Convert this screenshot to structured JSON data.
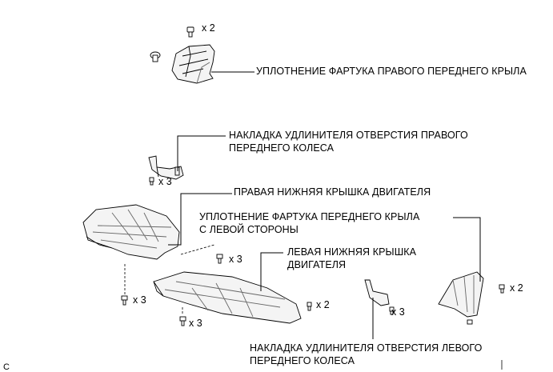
{
  "diagram": {
    "corner_mark": "C",
    "labels": {
      "right_fender_seal": "УПЛОТНЕНИЕ ФАРТУКА ПРАВОГО ПЕРЕДНЕГО КРЫЛА",
      "right_wheel_ext_line1": "НАКЛАДКА УДЛИНИТЕЛЯ ОТВЕРСТИЯ ПРАВОГО",
      "right_wheel_ext_line2": "ПЕРЕДНЕГО КОЛЕСА",
      "right_engine_cover": "ПРАВАЯ НИЖНЯЯ КРЫШКА ДВИГАТЕЛЯ",
      "left_fender_seal_line1": "УПЛОТНЕНИЕ ФАРТУКА ПЕРЕДНЕГО КРЫЛА",
      "left_fender_seal_line2": "С ЛЕВОЙ СТОРОНЫ",
      "left_engine_cover_line1": "ЛЕВАЯ НИЖНЯЯ КРЫШКА",
      "left_engine_cover_line2": "ДВИГАТЕЛЯ",
      "left_wheel_ext_line1": "НАКЛАДКА УДЛИНИТЕЛЯ ОТВЕРСТИЯ ЛЕВОГО",
      "left_wheel_ext_line2": "ПЕРЕДНЕГО КОЛЕСА"
    },
    "quantities": {
      "top_clip": "x 2",
      "right_ext_clips": "x 3",
      "center_bolts": "x 3",
      "left_bolts_outer": "x 3",
      "left_bolts_lower": "x 3",
      "right_cover_clips": "x 2",
      "left_ext_clips": "x 3",
      "left_seal_clips": "x 2"
    },
    "colors": {
      "line": "#000000",
      "part_fill": "#f4f4f4",
      "part_shade": "#cfcfcf"
    }
  }
}
